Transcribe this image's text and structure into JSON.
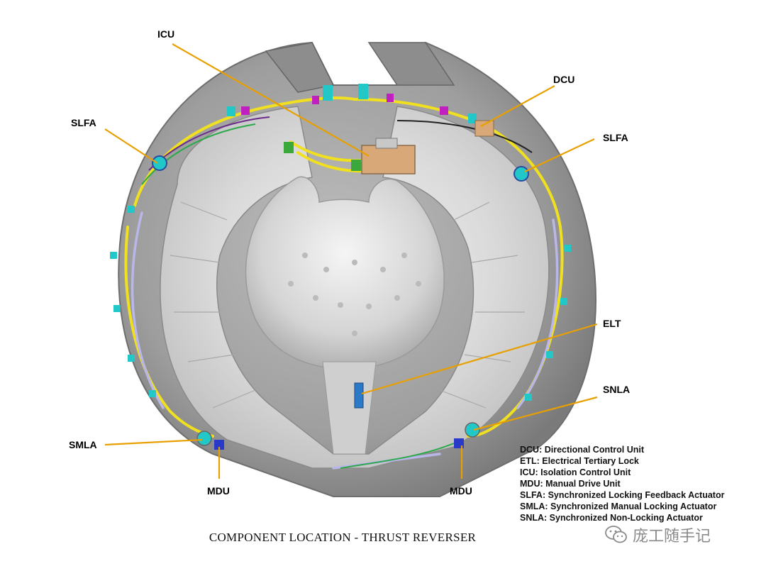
{
  "callouts": {
    "icu": "ICU",
    "dcu": "DCU",
    "slfa_left": "SLFA",
    "slfa_right": "SLFA",
    "elt": "ELT",
    "snla": "SNLA",
    "smla": "SMLA",
    "mdu_left": "MDU",
    "mdu_right": "MDU"
  },
  "legend": [
    "DCU: Directional Control Unit",
    "ETL: Electrical Tertiary Lock",
    "ICU: Isolation Control Unit",
    "MDU: Manual Drive Unit",
    "SLFA: Synchronized Locking Feedback Actuator",
    "SMLA: Synchronized Manual Locking Actuator",
    "SNLA: Synchronized Non-Locking Actuator"
  ],
  "caption": "COMPONENT LOCATION - THRUST REVERSER",
  "watermark": "庞工随手记",
  "colors": {
    "leader": "#e8a000",
    "harness_yellow": "#f0e020",
    "harness_lavender": "#b9b6e8",
    "fitting_cyan": "#22c8c8",
    "fitting_magenta": "#c020c0",
    "housing_gray": "#9a9a9a"
  }
}
